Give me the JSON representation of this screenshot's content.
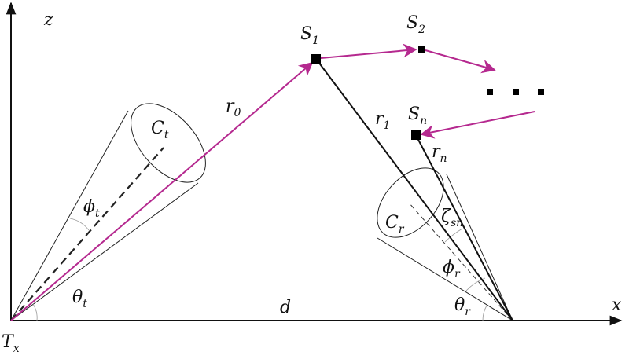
{
  "labels": {
    "z_axis": "z",
    "x_axis": "x",
    "distance": "d",
    "transmitter": {
      "main": "T",
      "sub": "x"
    },
    "transmit_cone": {
      "main": "C",
      "sub": "t"
    },
    "receive_cone": {
      "main": "C",
      "sub": "r"
    },
    "theta_t": {
      "main": "θ",
      "sub": "t"
    },
    "phi_t": {
      "main": "ϕ",
      "sub": "t"
    },
    "theta_r": {
      "main": "θ",
      "sub": "r"
    },
    "phi_r": {
      "main": "ϕ",
      "sub": "r"
    },
    "zeta_sn": {
      "main": "ζ",
      "sub": "sn"
    },
    "r0": {
      "main": "r",
      "sub": "0"
    },
    "r1": {
      "main": "r",
      "sub": "1"
    },
    "rn": {
      "main": "r",
      "sub": "n"
    },
    "s1": {
      "main": "S",
      "sub": "1"
    },
    "s2": {
      "main": "S",
      "sub": "2"
    },
    "sn": {
      "main": "S",
      "sub": "n"
    }
  },
  "colors": {
    "path": "#b5298f",
    "line": "#111111"
  }
}
